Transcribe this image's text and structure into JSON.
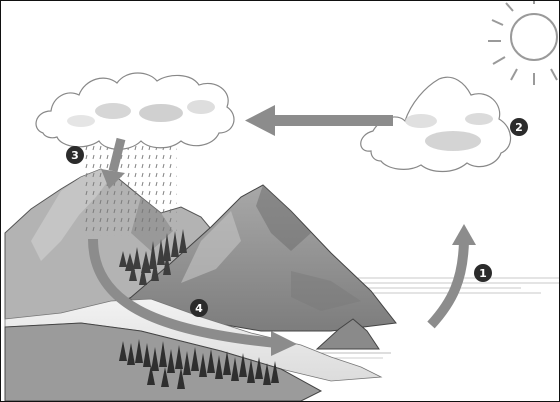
{
  "diagram": {
    "labels": [
      {
        "id": "evaporation",
        "text": "1"
      },
      {
        "id": "condensation",
        "text": "2"
      },
      {
        "id": "precipitation",
        "text": "3"
      },
      {
        "id": "runoff",
        "text": "4"
      }
    ],
    "colors": {
      "arrow": "#8c8c8c",
      "badge": "#2b2b2b",
      "mountain_dark": "#8d8d8d",
      "mountain_light": "#b9b9b9",
      "water": "#e6e6e6",
      "sun": "#9a9a9a"
    },
    "icons": [
      "sun-icon",
      "cloud-icon",
      "rain-icon",
      "mountain-icon",
      "tree-icon",
      "arrow-icon"
    ]
  }
}
